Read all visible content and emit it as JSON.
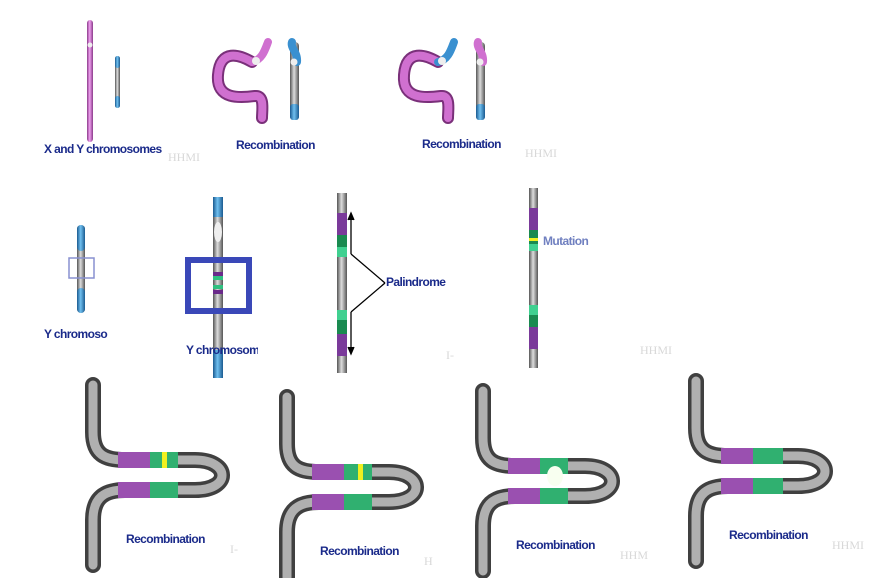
{
  "row1": {
    "label_xy": "X and Y chromosomes",
    "label_recomb_1": "Recombination",
    "label_recomb_2": "Recombination",
    "watermark_1": "HHMI",
    "watermark_2": "HHMI"
  },
  "row2": {
    "label_y_small": "Y chromoso",
    "label_y_zoom": "Y chromosome",
    "label_palindrome": "Palindrome",
    "label_mutation": "Mutation",
    "watermark_1": "I-",
    "watermark_2": "HHMI"
  },
  "row3": {
    "labels": [
      "Recombination",
      "Recombination",
      "Recombination",
      "Recombination"
    ],
    "watermarks": [
      "I-",
      "H",
      "HHM",
      "HHMI"
    ]
  },
  "colors": {
    "x_chromosome": "#d070d0",
    "y_chromosome": "#909090",
    "y_tips": "#3a90d0",
    "purple_band": "#8040a0",
    "green_band": "#30c080",
    "mutation": "#f0f020",
    "zoom_box": "#3a48b8",
    "label": "#1a2a8a"
  }
}
